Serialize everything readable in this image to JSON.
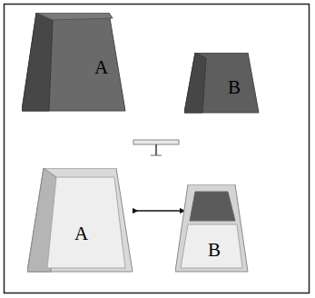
{
  "diagram": {
    "nodes": [
      {
        "text": [
          "A"
        ]
      },
      {
        "text": [
          "B"
        ]
      },
      {
        "text": [
          "A"
        ]
      },
      {
        "text": [
          "B"
        ]
      }
    ],
    "edges": [
      {
        "from": 2,
        "to": 3,
        "arrow": "both"
      }
    ]
  }
}
